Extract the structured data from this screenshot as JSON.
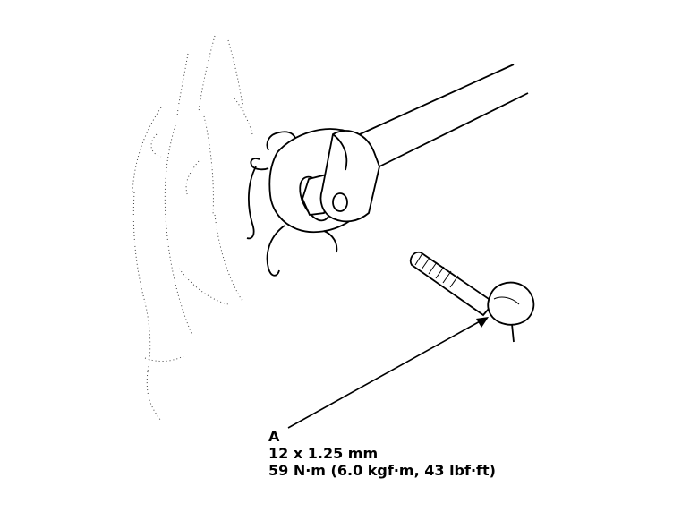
{
  "callout": {
    "letter": "A",
    "size": "12 x 1.25 mm",
    "torque": "59 N·m (6.0 kgf·m, 43 lbf·ft)"
  },
  "colors": {
    "ink": "#000000",
    "background": "#ffffff"
  }
}
